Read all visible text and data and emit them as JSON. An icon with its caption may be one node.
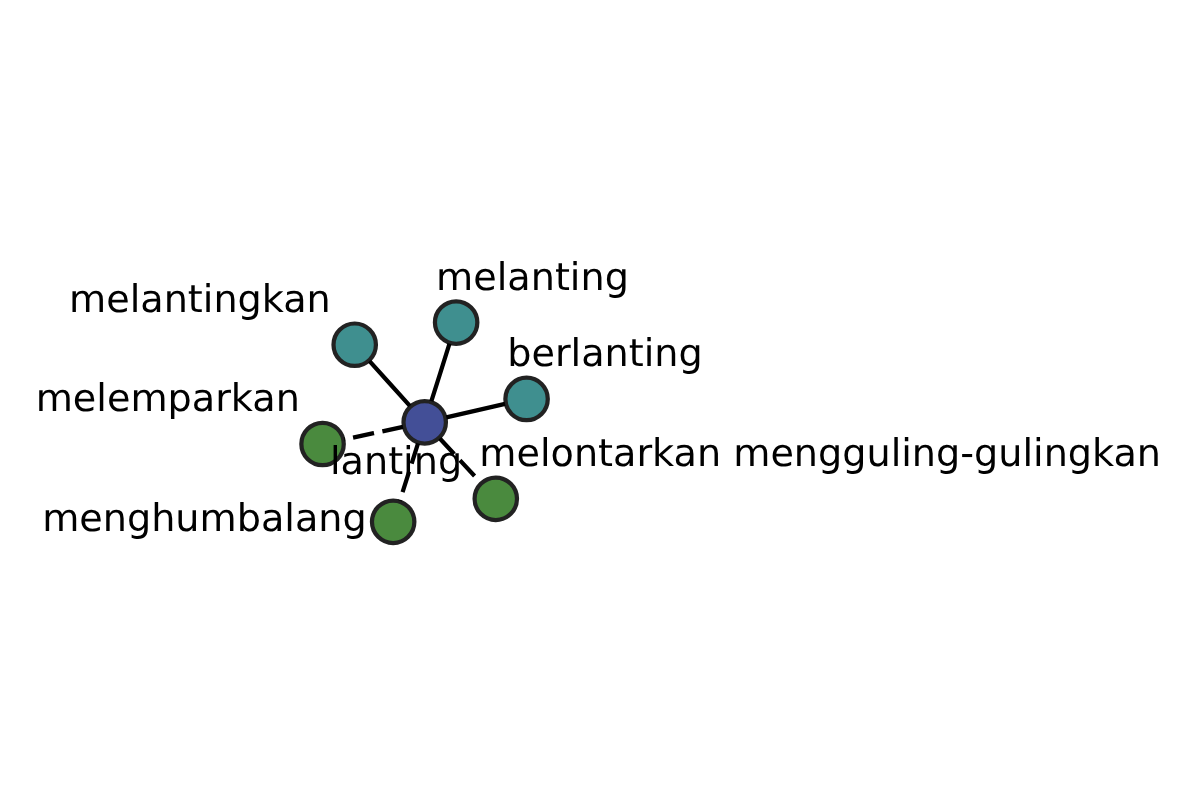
{
  "diagram": {
    "nodes": [
      {
        "text": [
          "melemparkan"
        ]
      },
      {
        "text": [
          "melontarkan mengguling-gulingkan"
        ]
      },
      {
        "text": [
          "lanting"
        ]
      },
      {
        "text": [
          "melantingkan"
        ]
      },
      {
        "text": [
          "berlanting"
        ]
      },
      {
        "text": [
          "melanting"
        ]
      },
      {
        "text": [
          "menghumbalang"
        ]
      }
    ],
    "edges": [
      {
        "from": 2,
        "to": 0,
        "arrow": "none",
        "style": "dashed"
      },
      {
        "from": 2,
        "to": 1,
        "arrow": "none",
        "style": "dashed"
      },
      {
        "from": 2,
        "to": 3,
        "arrow": "none"
      },
      {
        "from": 2,
        "to": 4,
        "arrow": "none"
      },
      {
        "from": 2,
        "to": 5,
        "arrow": "none"
      },
      {
        "from": 2,
        "to": 6,
        "arrow": "none",
        "style": "dashed"
      }
    ]
  }
}
